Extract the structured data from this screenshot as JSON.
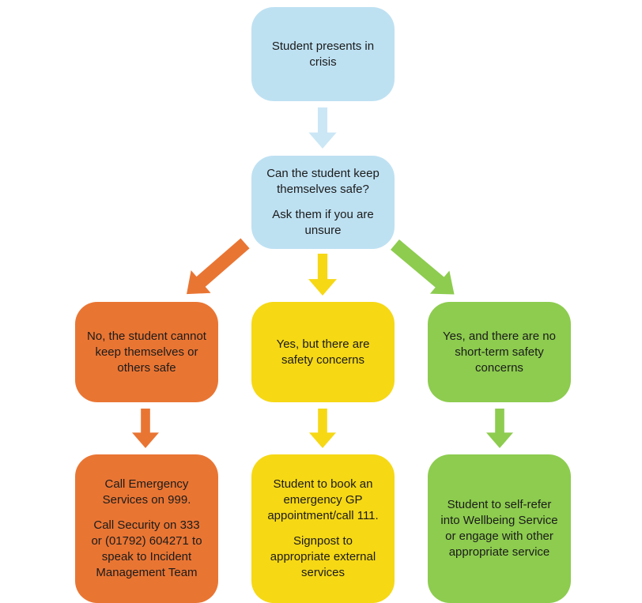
{
  "colors": {
    "background": "#FFFFFF",
    "blue": "#BEE1F2",
    "blue_arrow": "#CBE7F6",
    "orange": "#E97533",
    "yellow": "#F6D815",
    "green": "#8DCC4F",
    "text": "#1B1B1B"
  },
  "nodes": {
    "start": {
      "paragraphs": [
        "Student presents in\ncrisis"
      ]
    },
    "question": {
      "paragraphs": [
        "Can the student keep\nthemselves safe?",
        "Ask them if you are\nunsure"
      ]
    },
    "branch_no": {
      "paragraphs": [
        "No, the student cannot\nkeep themselves or\nothers safe"
      ]
    },
    "branch_yes_concerns": {
      "paragraphs": [
        "Yes, but there are\nsafety concerns"
      ]
    },
    "branch_yes_safe": {
      "paragraphs": [
        "Yes, and there are no\nshort-term safety\nconcerns"
      ]
    },
    "action_emergency": {
      "paragraphs": [
        "Call Emergency\nServices on 999.",
        "Call Security on 333\nor (01792) 604271 to\nspeak to Incident\nManagement Team"
      ]
    },
    "action_gp": {
      "paragraphs": [
        "Student to book an\nemergency GP\nappointment/call 111.",
        "Signpost to\nappropriate external\nservices"
      ]
    },
    "action_wellbeing": {
      "paragraphs": [
        "Student to self-refer\ninto Wellbeing Service\nor engage with other\nappropriate service"
      ]
    }
  },
  "arrows": [
    {
      "name": "start-to-question",
      "color": "blue_arrow",
      "direction": "down"
    },
    {
      "name": "question-to-no",
      "color": "orange",
      "direction": "down-left"
    },
    {
      "name": "question-to-yes-concerns",
      "color": "yellow",
      "direction": "down"
    },
    {
      "name": "question-to-yes-safe",
      "color": "green",
      "direction": "down-right"
    },
    {
      "name": "no-to-emergency",
      "color": "orange",
      "direction": "down"
    },
    {
      "name": "yes-concerns-to-gp",
      "color": "yellow",
      "direction": "down"
    },
    {
      "name": "yes-safe-to-wellbeing",
      "color": "green",
      "direction": "down"
    }
  ]
}
